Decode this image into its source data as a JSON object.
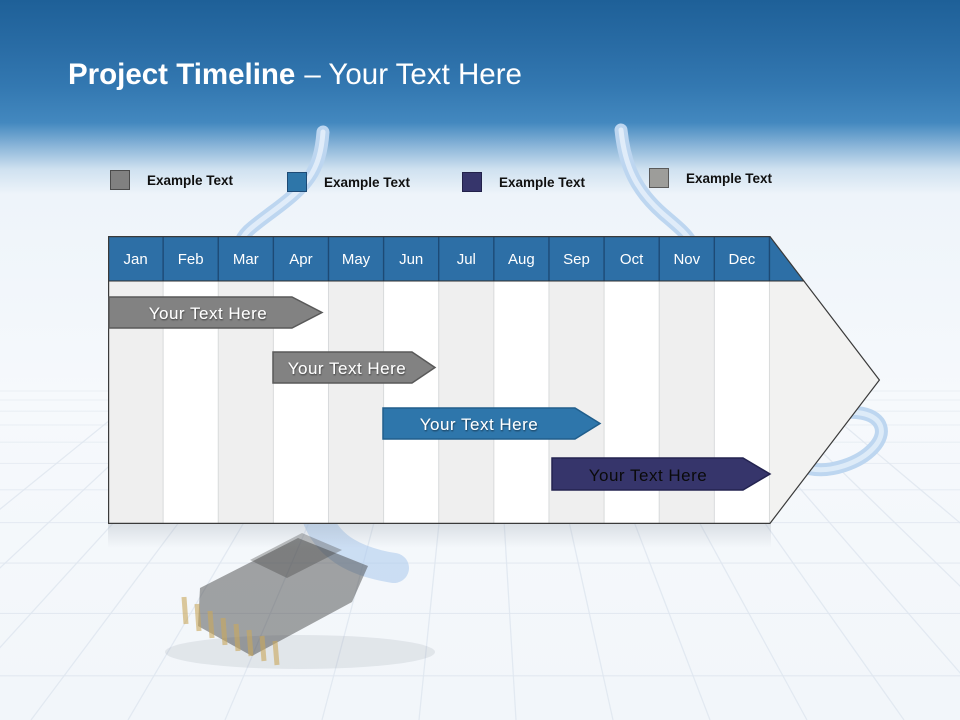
{
  "slide": {
    "title": {
      "bold": "Project Timeline",
      "light": "– Your Text Here"
    },
    "legend": [
      {
        "label": "Example Text",
        "color": "#808080"
      },
      {
        "label": "Example Text",
        "color": "#2E76A9"
      },
      {
        "label": "Example Text",
        "color": "#36356B"
      },
      {
        "label": "Example Text",
        "color": "#9D9D9A"
      }
    ],
    "timeline": {
      "months": [
        "Jan",
        "Feb",
        "Mar",
        "Apr",
        "May",
        "Jun",
        "Jul",
        "Aug",
        "Sep",
        "Oct",
        "Nov",
        "Dec"
      ],
      "header_color": "#2D6FA6",
      "bars": [
        {
          "label": "Your Text Here",
          "color": "#828282",
          "text_color": "#FFFFFF",
          "start_month": "Jan",
          "end_month": "Apr"
        },
        {
          "label": "Your Text Here",
          "color": "#828282",
          "text_color": "#FFFFFF",
          "start_month": "Apr",
          "end_month": "Jun"
        },
        {
          "label": "Your Text Here",
          "color": "#2E76AB",
          "text_color": "#FFFFFF",
          "start_month": "Jun",
          "end_month": "Sep"
        },
        {
          "label": "Your Text Here",
          "color": "#36356B",
          "text_color": "#0A0A0A",
          "start_month": "Sep",
          "end_month": "Dec"
        }
      ]
    }
  }
}
